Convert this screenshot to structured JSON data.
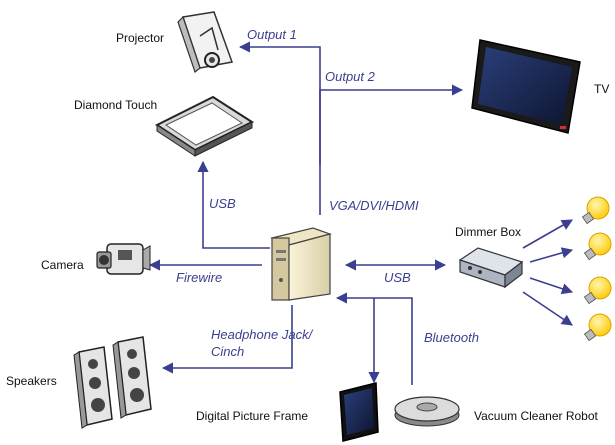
{
  "colors": {
    "wire": "#3b3f8f",
    "label": "#111111",
    "bulb": "#ffd21a"
  },
  "devices": {
    "projector": "Projector",
    "diamond_touch": "Diamond Touch",
    "tv": "TV",
    "camera": "Camera",
    "dimmer_box": "Dimmer Box",
    "speakers": "Speakers",
    "digital_picture_frame": "Digital Picture Frame",
    "vacuum_cleaner_robot": "Vacuum Cleaner Robot"
  },
  "links": {
    "output1": "Output 1",
    "output2": "Output 2",
    "usb_top": "USB",
    "vga": "VGA/DVI/HDMI",
    "firewire": "Firewire",
    "usb_right": "USB",
    "headphone_line1": "Headphone Jack/",
    "headphone_line2": "Cinch",
    "bluetooth": "Bluetooth"
  },
  "icons": {
    "projector": "projector-icon",
    "touch_table": "touch-table-icon",
    "tv": "tv-icon",
    "camera": "camera-icon",
    "pc": "pc-tower-icon",
    "dimmer": "dimmer-box-icon",
    "bulb": "light-bulb-icon",
    "speakers": "speaker-icon",
    "frame": "picture-frame-icon",
    "vacuum": "vacuum-robot-icon"
  }
}
